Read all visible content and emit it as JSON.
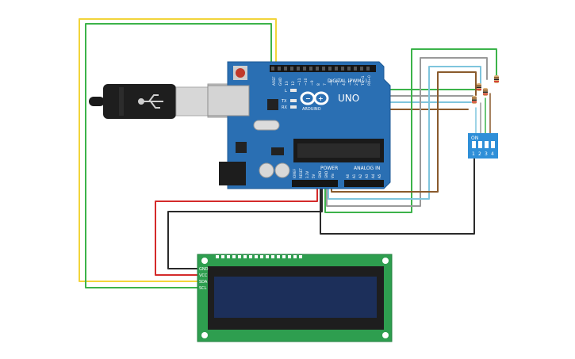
{
  "arduino": {
    "brand": "ARDUINO",
    "model": "UNO",
    "digital_header": "DIGITAL (PWM~)",
    "power_header": "POWER",
    "analog_header": "ANALOG IN",
    "led_l": "L",
    "led_tx": "TX",
    "led_rx": "RX",
    "top_pins": [
      "AREF",
      "GND",
      "13",
      "12",
      "~11",
      "~10",
      "~9",
      "8",
      "7",
      "~6",
      "~5",
      "4",
      "~3",
      "2",
      "TX→1",
      "RX←0"
    ],
    "power_pins": [
      "IOREF",
      "RESET",
      "3.3V",
      "5V",
      "GND",
      "GND",
      "Vin"
    ],
    "analog_pins": [
      "A0",
      "A1",
      "A2",
      "A3",
      "A4",
      "A5"
    ]
  },
  "dip_switch": {
    "on_label": "ON",
    "numbers": [
      "1",
      "2",
      "3",
      "4"
    ]
  },
  "lcd": {
    "pin_labels": [
      "GND",
      "VCC",
      "SDA",
      "SCL"
    ]
  },
  "colors": {
    "board": "#2a6fb3",
    "lcd_pcb": "#2e9e4f",
    "lcd_screen": "#1c2f5a",
    "dip_body": "#2f8fd8",
    "wire_yellow": "#f2d43a",
    "wire_green": "#3cb34a",
    "wire_red": "#d42a2a",
    "wire_black": "#2a2a2a",
    "wire_grey": "#9a9a9a",
    "wire_lightblue": "#7fc5dd",
    "wire_brown": "#8a5a2c"
  }
}
